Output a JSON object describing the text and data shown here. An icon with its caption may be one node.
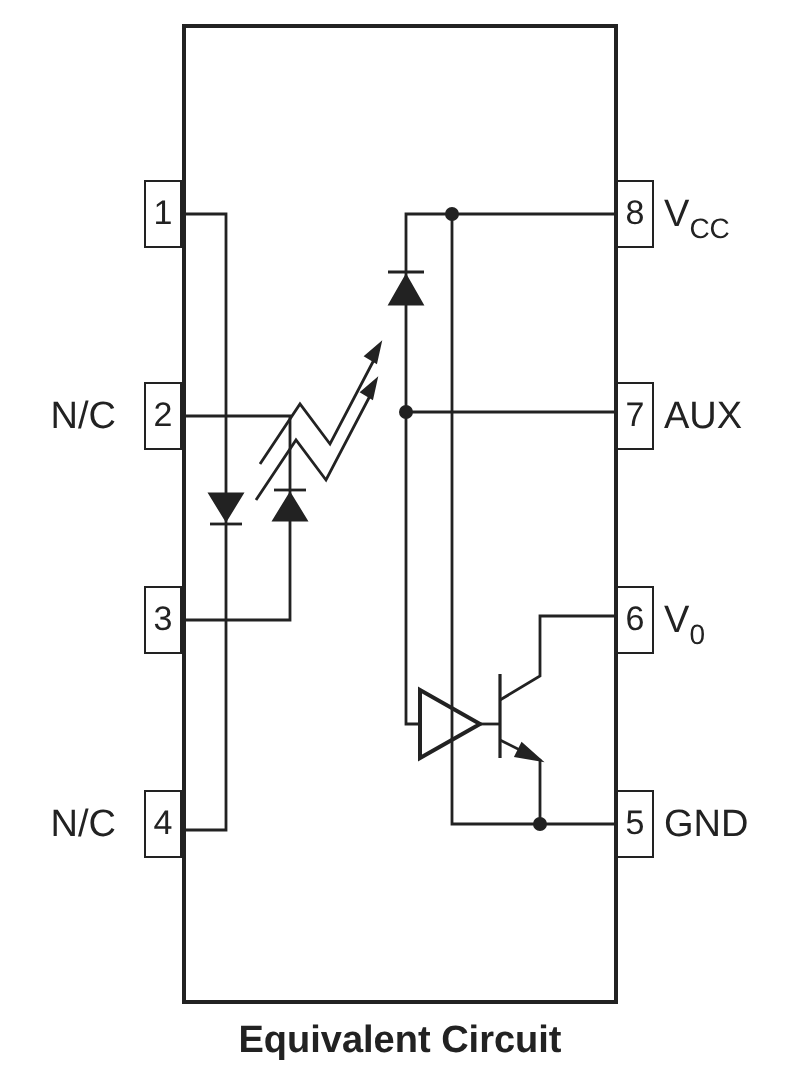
{
  "diagram": {
    "caption": "Equivalent Circuit",
    "nodes": [
      {
        "text": [],
        "shape": "box"
      },
      {
        "text": [
          "1"
        ]
      },
      {
        "text": [
          "2"
        ],
        "beside": [
          "N/C"
        ]
      },
      {
        "text": [
          "3"
        ]
      },
      {
        "text": [
          "4"
        ],
        "beside": [
          "N/C"
        ]
      },
      {
        "text": [
          "5"
        ],
        "beside": [
          "GND"
        ]
      },
      {
        "text": [
          "6"
        ],
        "beside": [
          "V$_{0}$"
        ]
      },
      {
        "text": [
          "7"
        ],
        "beside": [
          "AUX"
        ]
      },
      {
        "text": [
          "8"
        ],
        "beside": [
          "V$_{CC}$"
        ]
      }
    ]
  }
}
